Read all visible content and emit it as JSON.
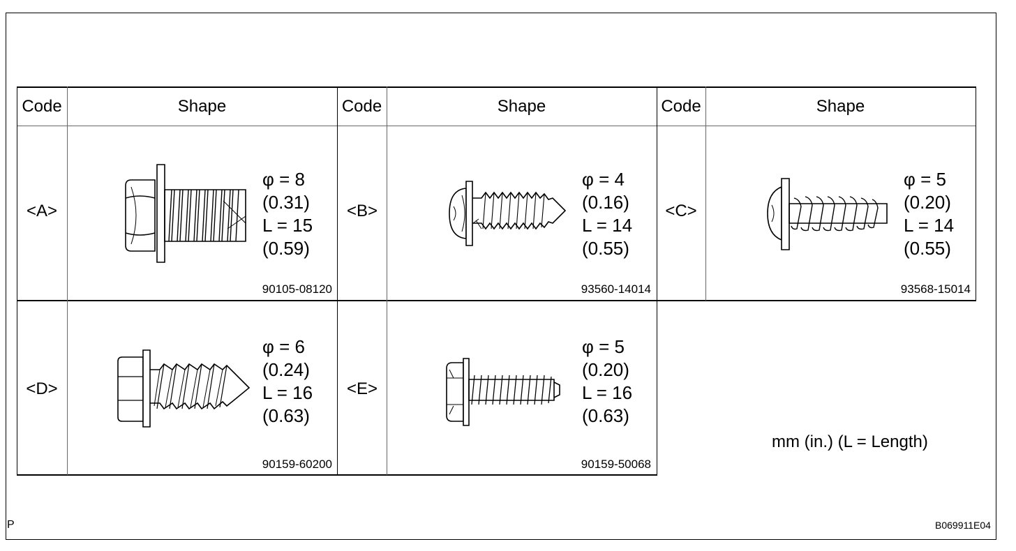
{
  "headers": {
    "code": "Code",
    "shape": "Shape"
  },
  "items": [
    {
      "code": "<A>",
      "dia": "φ = 8",
      "dia_in": "(0.31)",
      "len": "L = 15",
      "len_in": "(0.59)",
      "part": "90105-08120",
      "icon": "flange-hex-bolt-icon"
    },
    {
      "code": "<B>",
      "dia": "φ = 4",
      "dia_in": "(0.16)",
      "len": "L = 14",
      "len_in": "(0.55)",
      "part": "93560-14014",
      "icon": "pan-head-tapping-screw-icon"
    },
    {
      "code": "<C>",
      "dia": "φ = 5",
      "dia_in": "(0.20)",
      "len": "L = 14",
      "len_in": "(0.55)",
      "part": "93568-15014",
      "icon": "round-head-screw-icon"
    },
    {
      "code": "<D>",
      "dia": "φ = 6",
      "dia_in": "(0.24)",
      "len": "L = 16",
      "len_in": "(0.63)",
      "part": "90159-60200",
      "icon": "hex-washer-tapping-screw-icon"
    },
    {
      "code": "<E>",
      "dia": "φ = 5",
      "dia_in": "(0.20)",
      "len": "L = 16",
      "len_in": "(0.63)",
      "part": "90159-50068",
      "icon": "hex-washer-screw-icon"
    }
  ],
  "unit_note": "mm (in.) (L = Length)",
  "corner_mark": "P",
  "figure_id": "B069911E04"
}
